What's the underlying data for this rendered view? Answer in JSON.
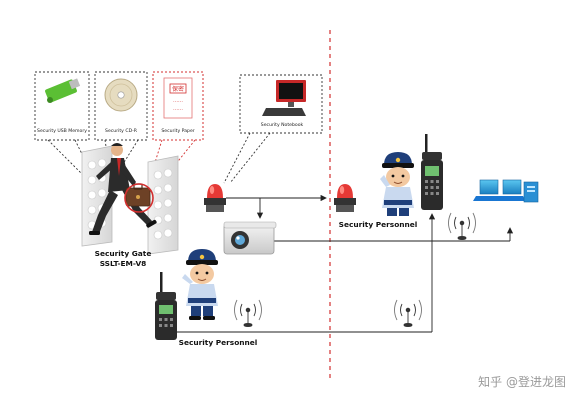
{
  "items": {
    "usb": "Security USB Memory",
    "cd": "Security CD-R",
    "paper": "Security Paper",
    "paper_stamp": "保密",
    "paper_dots": "……",
    "notebook": "Security Notebook"
  },
  "gate": {
    "label_line1": "Security Gate",
    "label_line2": "SSLT-EM-V8"
  },
  "personnel": {
    "right_label": "Security Personnel",
    "left_label": "Security Personnel"
  },
  "watermark": "知乎 @登进龙图",
  "colors": {
    "box_border": "#333333",
    "paper_border": "#d32f2f",
    "divider": "#d32f2f",
    "line": "#222222",
    "beacon": "#d32f2f",
    "radio": "#222222",
    "police_blue": "#1f3f7a"
  }
}
